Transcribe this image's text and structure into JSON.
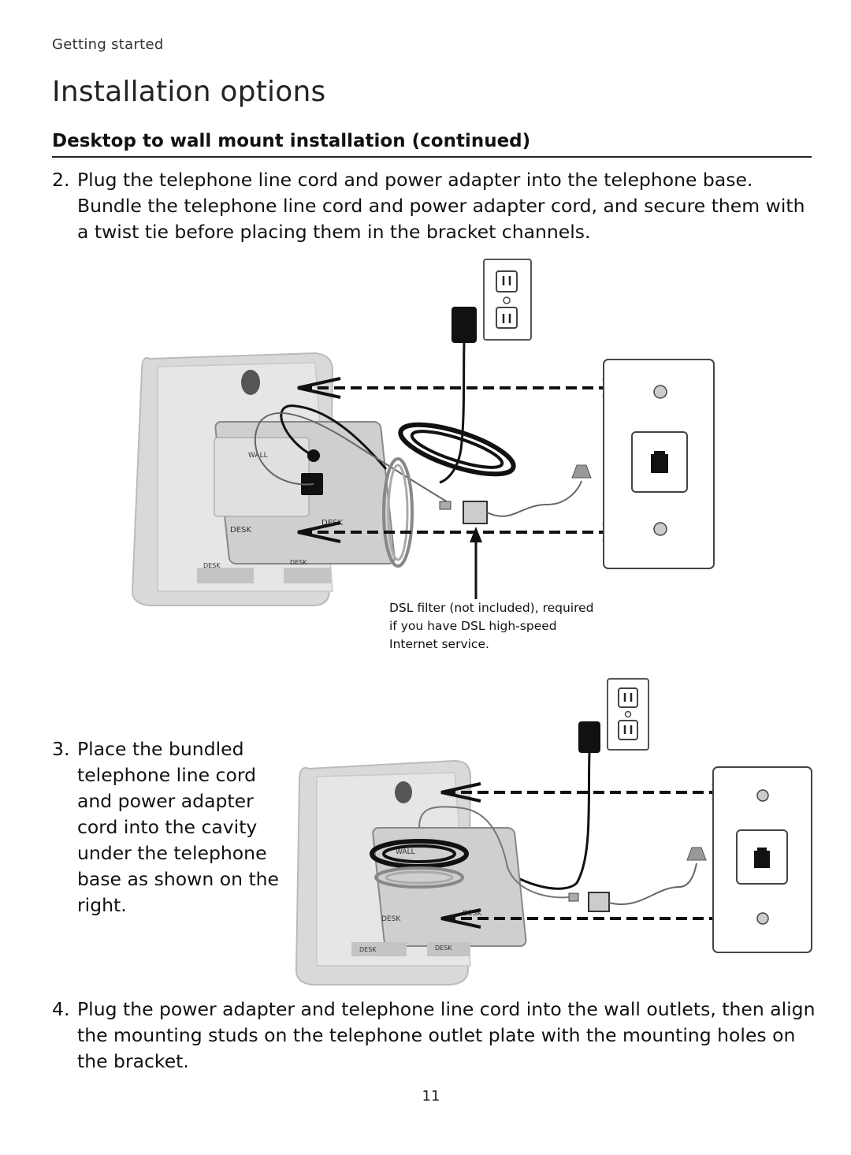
{
  "header": {
    "section": "Getting started",
    "title": "Installation options",
    "subheading": "Desktop to wall mount installation (continued)"
  },
  "steps": [
    {
      "number": "2.",
      "text": "Plug the telephone line cord and power adapter into the telephone base. Bundle the telephone line cord and power adapter cord, and secure them with a twist tie before placing them in the bracket channels."
    },
    {
      "number": "3.",
      "text": "Place the bundled telephone line cord and power adapter cord into the cavity under the telephone base as shown on the right."
    },
    {
      "number": "4.",
      "text": "Plug the power adapter and telephone line cord into the wall outlets, then align the mounting studs on the telephone outlet plate with the mounting holes on the bracket."
    }
  ],
  "figure1": {
    "label_wall": "WALL",
    "label_desk_1": "DESK",
    "label_desk_2": "DESK",
    "label_desk_3": "DESK",
    "label_desk_4": "DESK",
    "caption": "DSL filter (not included), required if you have DSL high-speed Internet service."
  },
  "figure2": {
    "label_wall": "WALL",
    "label_desk_1": "DESK",
    "label_desk_2": "DESK",
    "label_desk_3": "DESK",
    "label_desk_4": "DESK"
  },
  "footer": {
    "page_number": "11"
  }
}
